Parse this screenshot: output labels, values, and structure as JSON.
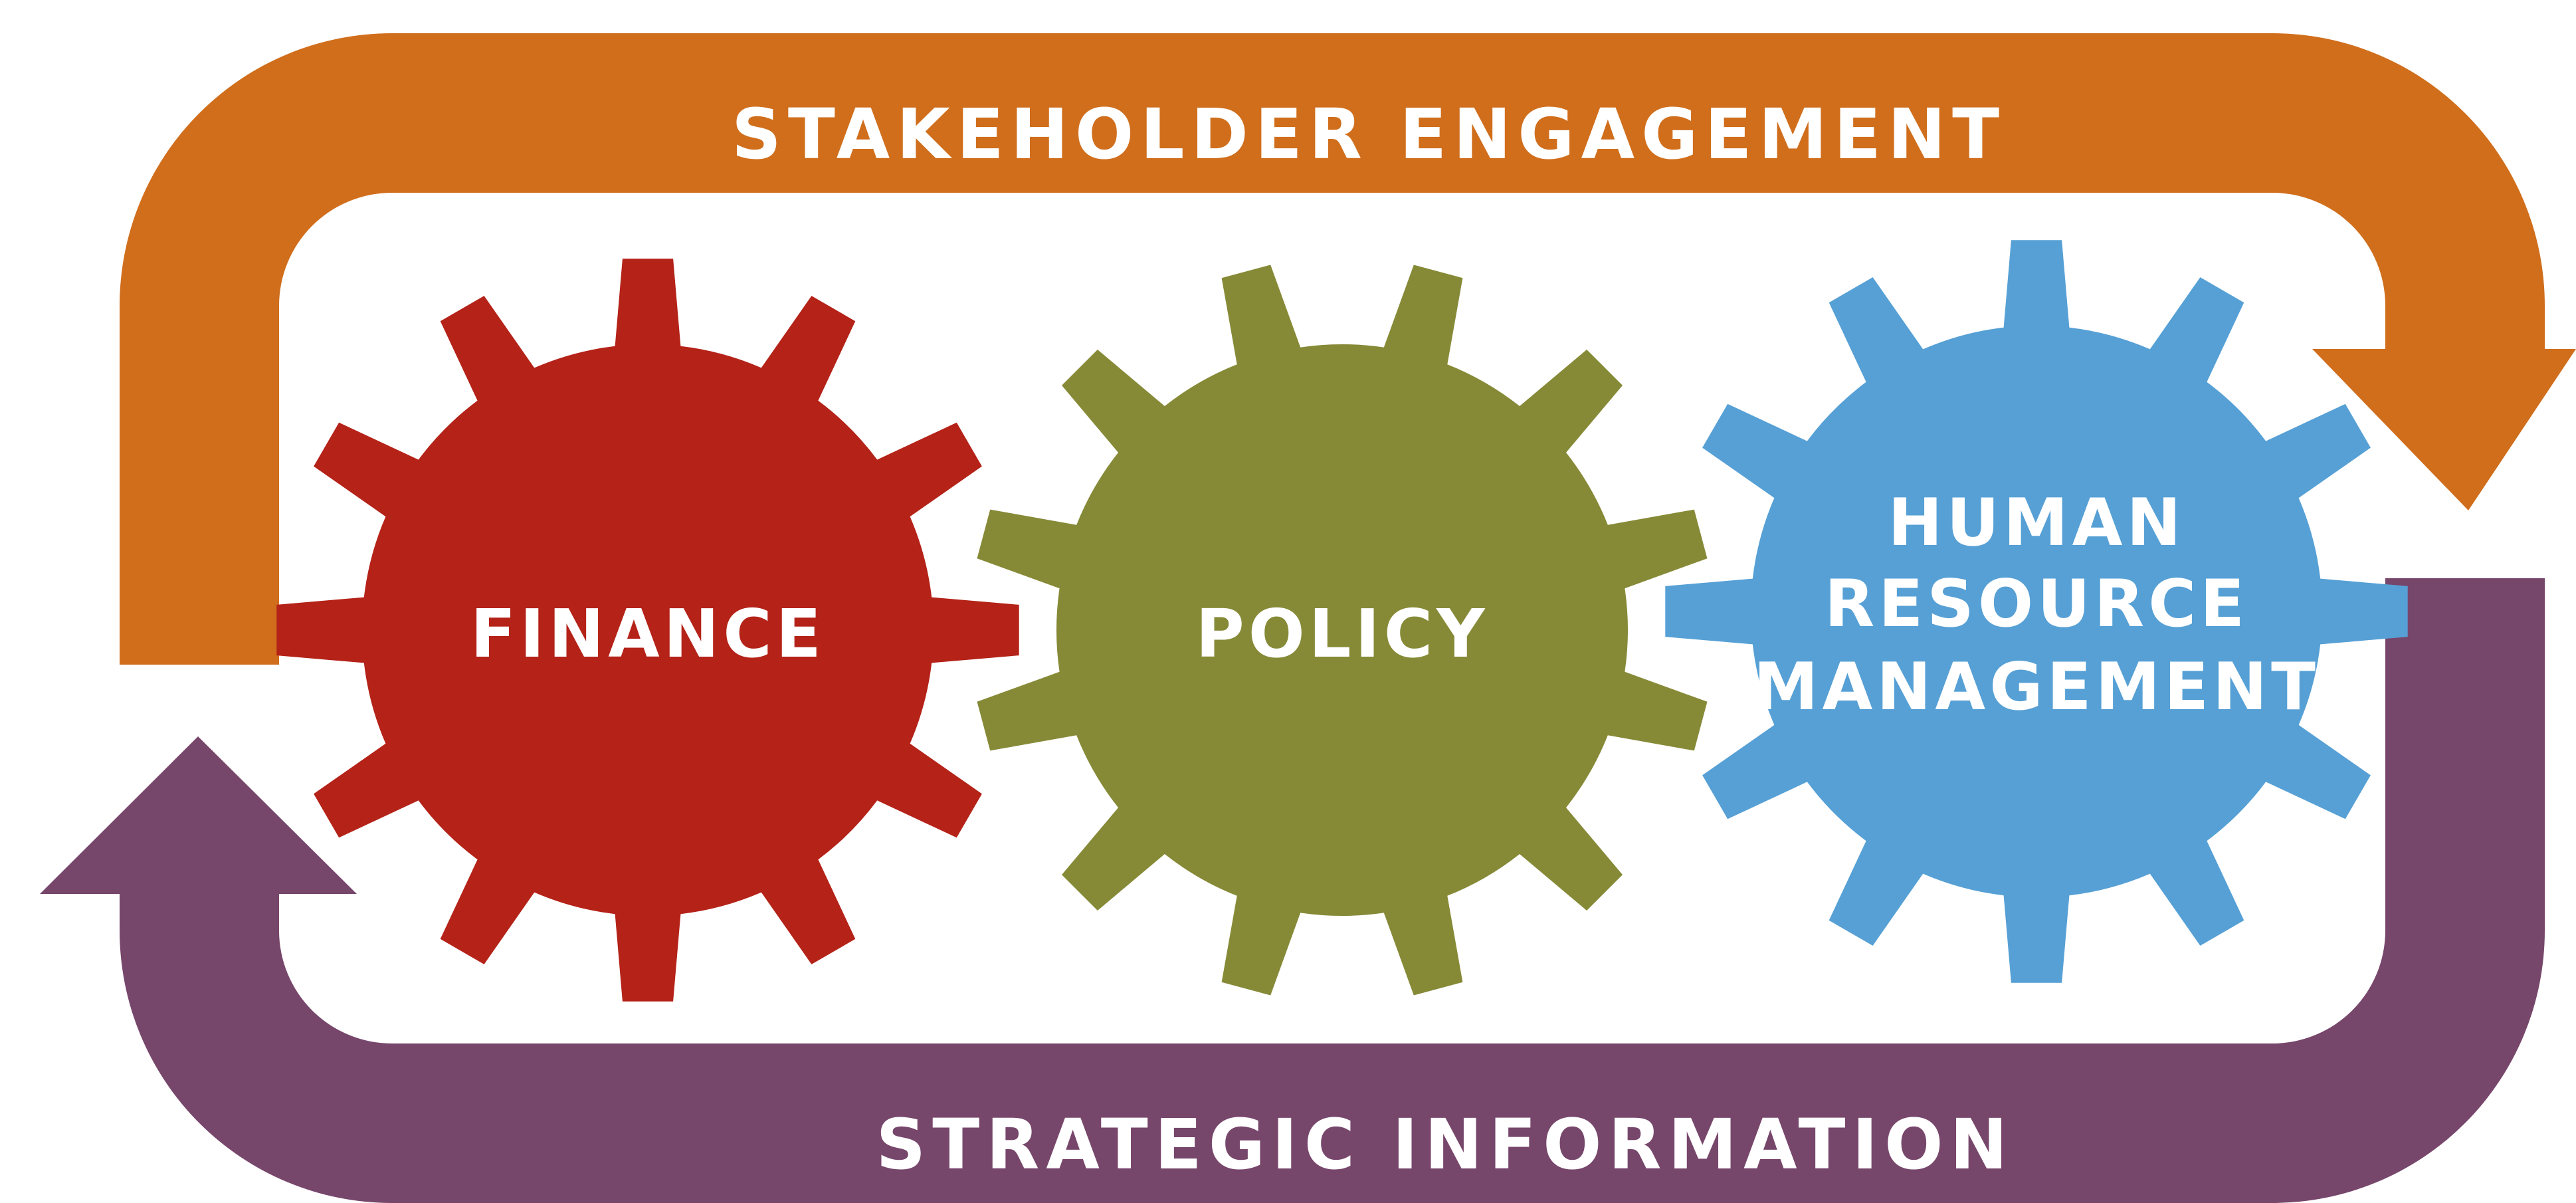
{
  "top_loop": {
    "label": "STAKEHOLDER ENGAGEMENT",
    "color": "#D06E1C"
  },
  "bottom_loop": {
    "label": "STRATEGIC INFORMATION",
    "color": "#77466B"
  },
  "gears": [
    {
      "label_lines": [
        "FINANCE"
      ],
      "color": "#B42218"
    },
    {
      "label_lines": [
        "POLICY"
      ],
      "color": "#868A37"
    },
    {
      "label_lines": [
        "HUMAN",
        "RESOURCE",
        "MANAGEMENT"
      ],
      "color": "#56A0D5"
    }
  ]
}
